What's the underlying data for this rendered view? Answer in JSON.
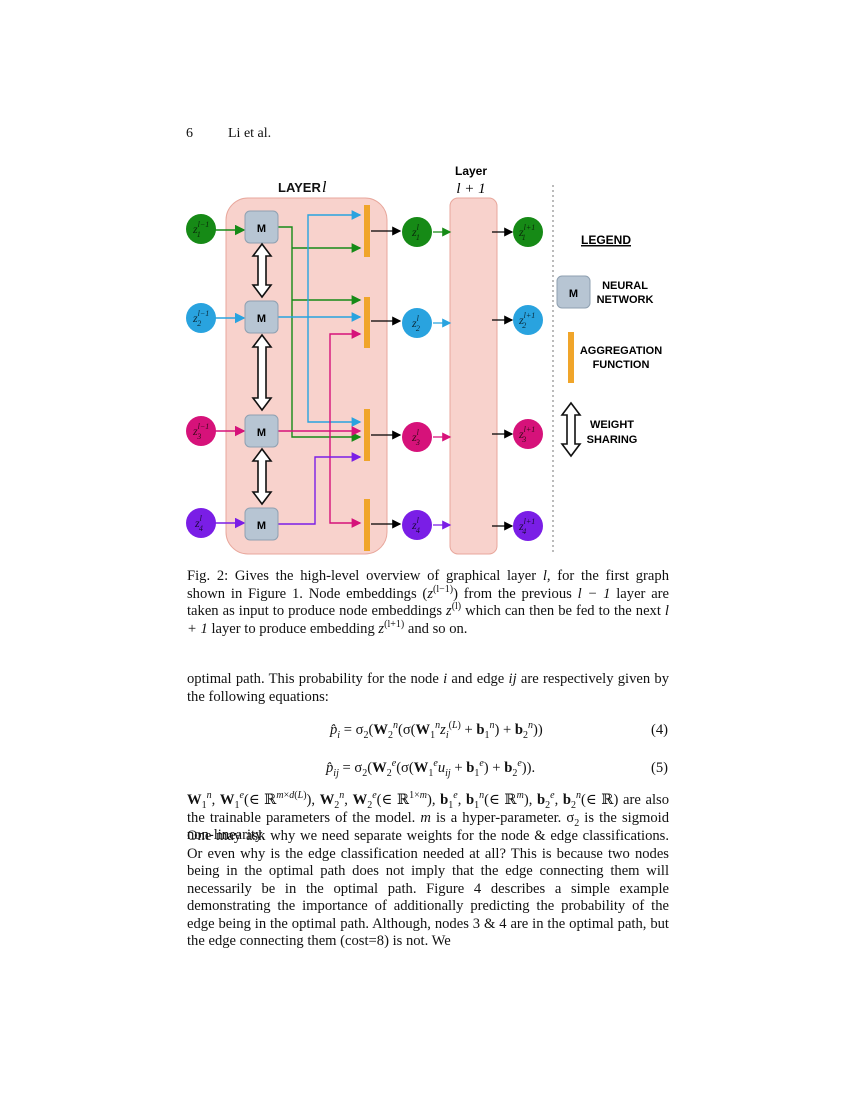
{
  "header": {
    "page_number": "6",
    "running_head": "Li et al."
  },
  "figure": {
    "layer_l_title": "LAYER",
    "layer_l_var": "l",
    "layer_next_title": "Layer",
    "layer_next_var": "l + 1",
    "module_label": "M",
    "legend": {
      "title": "LEGEND",
      "nn_line1": "NEURAL",
      "nn_line2": "NETWORK",
      "agg_line1": "AGGREGATION",
      "agg_line2": "FUNCTION",
      "ws_line1": "WEIGHT",
      "ws_line2": "SHARING"
    },
    "colors": {
      "node1": "#168a16",
      "node2": "#29a3df",
      "node3": "#d6127a",
      "node4": "#7a1ee6",
      "module": "#b7c5d3",
      "aggregation": "#f0a52a",
      "layer_bg": "#f8d2cc"
    }
  },
  "caption": {
    "lead": "Fig. 2: Gives the high-level overview of graphical layer",
    "l": "l",
    "t1": ", for the first graph shown in Figure 1. Node embeddings (",
    "z": "z",
    "sup_prev": "(l−1)",
    "t2": ") from the previous",
    "l_minus_1": "l − 1",
    "t3": "layer are taken as input to produce node embeddings",
    "sup_l": "(l)",
    "t4": "which can then be fed to the next",
    "l_plus_1": "l + 1",
    "t5": "layer to produce embedding",
    "sup_next": "(l+1)",
    "t6": "and so on."
  },
  "para1": {
    "t1": "optimal path. This probability for the node",
    "i": "i",
    "t2": "and edge",
    "ij": "ij",
    "t3": "are respectively given by the following equations:"
  },
  "equations": {
    "eq4_no": "(4)",
    "eq5_no": "(5)"
  },
  "para2": {
    "t1": "are also the trainable parameters of the model.",
    "m": "m",
    "t2": "is a hyper-parameter.",
    "sigma": "σ",
    "t3": "is the sigmoid non-linearity."
  },
  "para3": "One may ask why we need separate weights for the node & edge classifications. Or even why is the edge classification needed at all? This is because two nodes being in the optimal path does not imply that the edge connecting them will necessarily be in the optimal path. Figure 4 describes a simple example demonstrating the importance of additionally predicting the probability of the edge being in the optimal path. Although, nodes 3 & 4 are in the optimal path, but the edge connecting them (cost=8) is not. We"
}
